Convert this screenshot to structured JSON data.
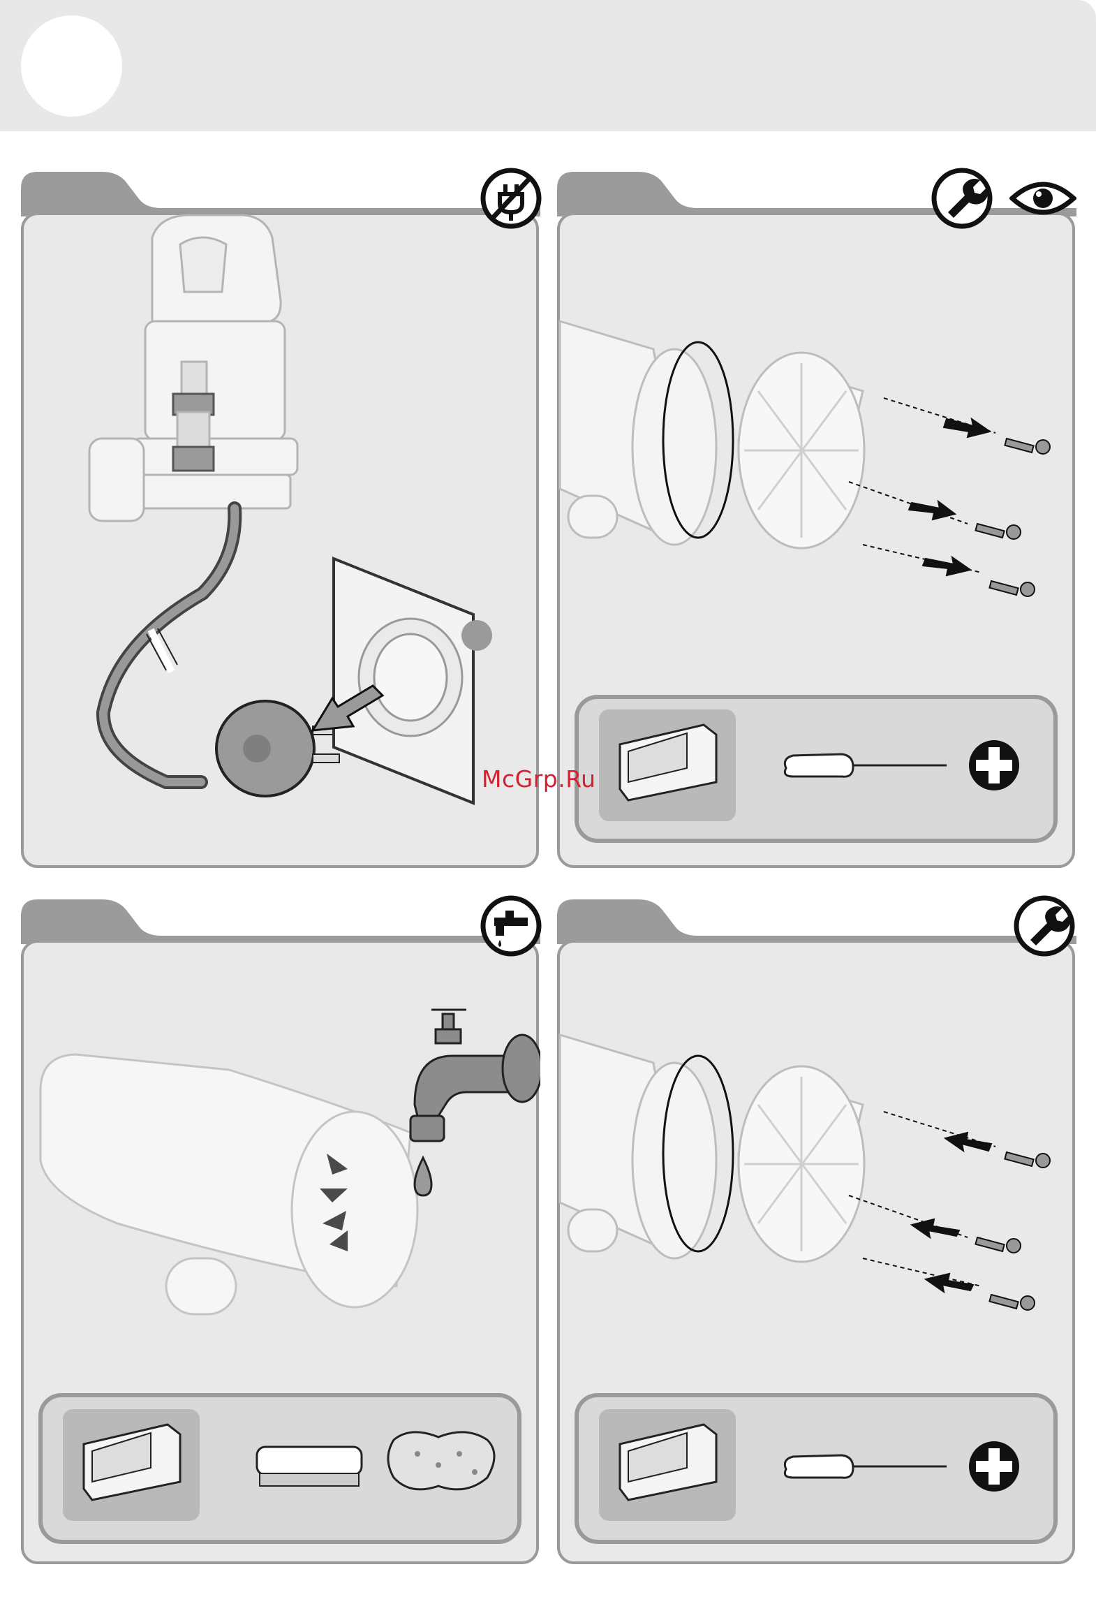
{
  "watermark": {
    "text": "McGrp.Ru"
  },
  "panels": [
    {
      "id": "unplug",
      "icons": [
        "no-plug-icon"
      ]
    },
    {
      "id": "disassemble",
      "icons": [
        "wrench-icon",
        "eye-icon"
      ],
      "tools": [
        "bench-vise-icon",
        "screwdriver-icon",
        "phillips-head-icon"
      ]
    },
    {
      "id": "rinse",
      "icons": [
        "water-tap-icon"
      ],
      "tools": [
        "bench-vise-icon",
        "brush-icon",
        "sponge-icon"
      ]
    },
    {
      "id": "reassemble",
      "icons": [
        "wrench-icon"
      ],
      "tools": [
        "bench-vise-icon",
        "screwdriver-icon",
        "phillips-head-icon"
      ]
    }
  ],
  "colors": {
    "panel_bg": "#e9e9e9",
    "tab": "#9b9b9b",
    "header_band": "#e8e8e8",
    "watermark": "#d6202f"
  }
}
